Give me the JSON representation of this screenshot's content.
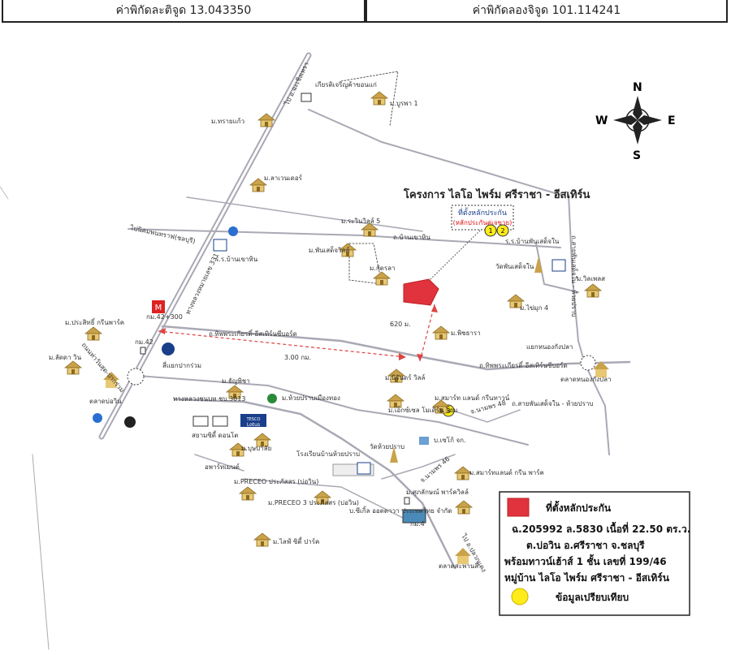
{
  "header": {
    "lat_label": "ค่าพิกัดละติจูด 13.043350",
    "lng_label": "ค่าพิกัดลองจิจูด 101.114241"
  },
  "compass": {
    "n": "N",
    "s": "S",
    "e": "E",
    "w": "W"
  },
  "project_title": "โครงการ  ไลโอ ไพร์ม ศรีราชา - อีสเทิร์น",
  "collateral_callout": {
    "line1": "ที่ตั้งหลักประกัน",
    "line2": "(หลักประกันคู่เจขาย)"
  },
  "distances": {
    "d620": "620 ม.",
    "d3km": "3.00 กม."
  },
  "markers": {
    "m1": "1",
    "m2": "2",
    "m3": "3"
  },
  "roads": {
    "sukhumvit": "ทางหลวงหมายเลข 331",
    "to_chachoeng": "ไป อ.ฉะเชิงเทรา",
    "to_nikhom": "ไปนิคมพนทราฟ(ชลบุรี)",
    "ban_khao_hin": "ถ.บ้านเขาหิน",
    "thepprasit": "ถ.ทิพพระเกียรติ์-อีสเทิร์นซีบอร์ด",
    "thepprasit2": "ถ.ทิพพระเกียรติ์-อีสเทิร์นซีบอร์ด",
    "km42_300": "กม.42+300",
    "km42": "กม.42",
    "nong_kho": "ทางหลวงชนบท ชบ.3013",
    "huai_prap": "ถ.สายพันเสด็จใน - ห้วยปราบ",
    "jaeng": "แยกหนองกังปลา",
    "ban_song": "ถนนท่าวันสุด-ปากร่วม",
    "to_pluak_daeng": "ไป อ.ปลวกแดง",
    "soi48": "จ.นามพร 48",
    "soi46": "จ.นามพร 46",
    "saen_suk": "ถ.สายพันเสด็จใน - ห้วยปราบ",
    "km4": "กม.4"
  },
  "places": {
    "kiatsak": "เกียรติเจริญค้าขอนแก่",
    "burapha": "ม.บูรพา 1",
    "sawaeng": "ม.ทรายแก้ว",
    "lavender": "ม.ลาเวนเดอร์",
    "rawin": "ม.ระวินวิลล์ 5",
    "phanset": "ม.พันเสด็จวิลล์",
    "katrala": "ม.กัตรลา",
    "school_khao_hin": "ร.ร.บ้านเขาหิน",
    "school_phanset": "ร.ร.บ้านพันเสด็จใน",
    "wat_phanset": "วัดพันเสด็จใน",
    "villa_place": "ม.วิลเพลส",
    "chaiyaphum": "ม.ไข่มุก 4",
    "phichara": "ม.พิชธารา",
    "nirun": "ม.นิรันดร์ วิลล์",
    "prasit": "ม.ประสิทธิ์ กรีนพาร์ค",
    "lada": "ม.ลัดดา วิน",
    "talad_bowin": "ตลาดบ่อวิน",
    "phichai": "ม.ธัญพิชา",
    "huai_prap_house": "ม.ห้วยปราบเมืองทอง",
    "siam_city": "สยามซิตี้ ดอนโต",
    "bussaba": "ม.บุษบาลัย",
    "apart": "อพาร์ทเมนต์",
    "preceo": "ม.PRECEO ประภัสสร (บ่อวิน)",
    "preceo3": "ม.PRECEO 3 ประภัสสร (บ่อวิน)",
    "sinthai": "บ.ซีเกิ้ล ออตตาวา ประเทศไทย จำกัด",
    "school_huai": "โรงเรียนบ้านห้วยปราบ",
    "wat_huai": "วัดห้วยปราบ",
    "exec": "ม.เอ็กซ์เซล โมเดิร์น โฮม",
    "smart_green": "ม.สมาร์ท แลนด์ กรีนทาวน์",
    "bchs": "บ.เซโก้ จก.",
    "smart_park": "ม.สมาร์ทแลนด์ กรีน พาร์ค",
    "sukkhaphan": "ม.ศุภลักษณ์ พาร์ควิลล์",
    "talad_sapan": "ตลาดสะพานสี่",
    "talad_nong": "ตลาดหนองกังปลา",
    "light_city": "ม.ไลฟ์ ซิตี้ ปาร์ค",
    "lotus": "Lotus",
    "tesco": "TESCO",
    "bangkok_bank": "สี่แยกปากร่วม"
  },
  "legend": {
    "title": "ที่ตั้งหลักประกัน",
    "line1": "ฉ.205992 ล.5830 เนื้อที่ 22.50 ตร.ว.",
    "line2": "ต.บ่อวิน อ.ศรีราชา จ.ชลบุรี",
    "line3": "พร้อมทาวน์เฮ้าส์ 1 ชั้น เลขที่ 199/46",
    "line4": "หมู่บ้าน ไลโอ ไพร์ม ศรีราชา - อีสเทิร์น",
    "line5": "ข้อมูลเปรียบเทียบ"
  },
  "colors": {
    "collateral": "#e0333d",
    "marker": "#ffec1a",
    "road": "#a9a9b5",
    "house": "#c9a24a",
    "dash": "#d44"
  }
}
